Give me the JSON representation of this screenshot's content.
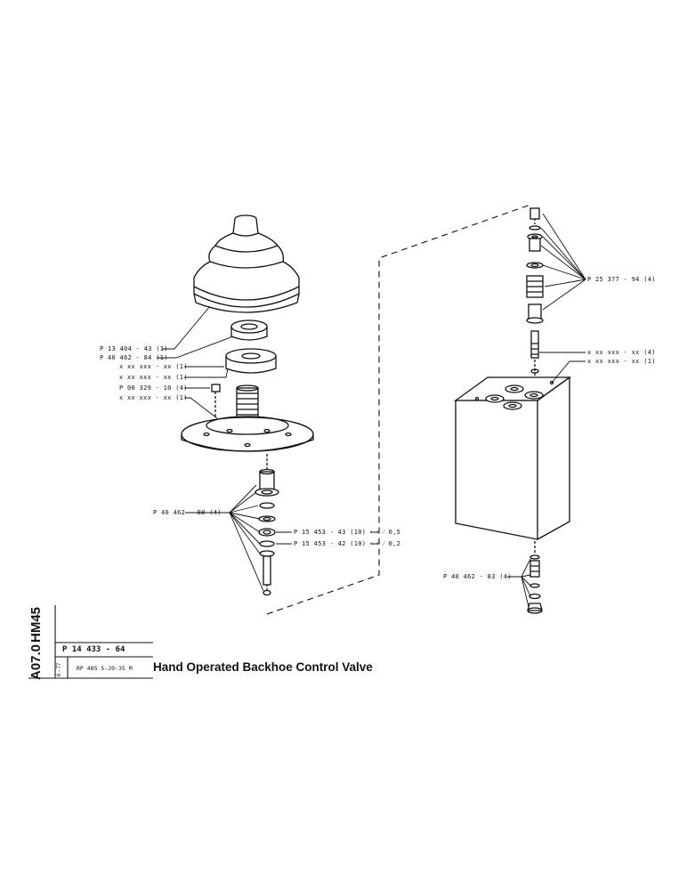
{
  "labels": {
    "left_boot": "P 13 404 - 43 (1)",
    "left_ring": "P 40 462 - 84 (1)",
    "left_xx1": "x xx xxx - xx (1)",
    "left_xx2": "x xx xxx - xx (1)",
    "left_screw": "P 00 329 - 10 (4)",
    "left_xx3": "x xx xxx - xx (1)",
    "left_kit": "P 40 462 - 88 (4)",
    "shim_05": "P 15 453 - 43 (10) ⟺ ⁄ 0,5",
    "shim_02": "P 15 453 - 42 (10) ⟺ ⁄ 0,2",
    "right_top": "P 25 377 - 94 (4)",
    "right_xx1": "x xx xxx - xx (4)",
    "right_xx2": "x xx xxx - xx (1)",
    "right_bottom": "P 40 462 - 83 (4)"
  },
  "title_block": {
    "model": "HM45",
    "section": "A07.0",
    "date": "6 - 77",
    "part_number": "P 14 433 - 64",
    "reference": "RP  485  5-20-35 M",
    "title": "Hand Operated Backhoe Control Valve"
  }
}
